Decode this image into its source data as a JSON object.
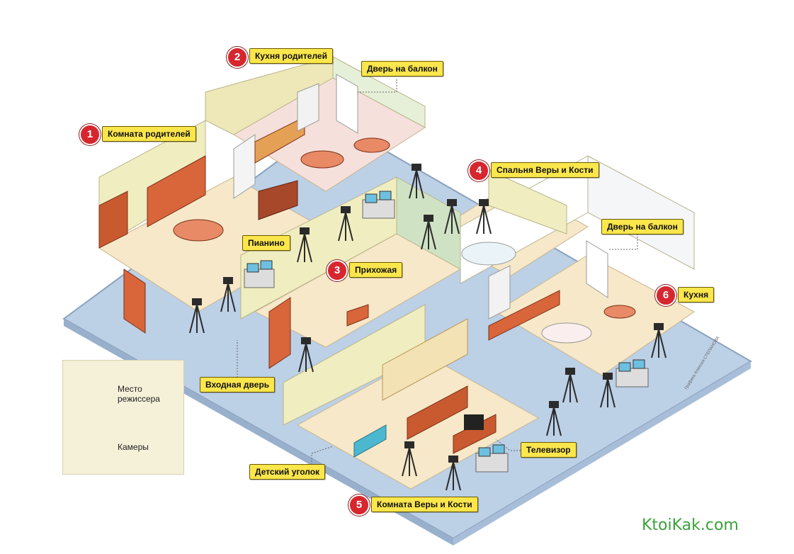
{
  "rooms": [
    {
      "number": "1",
      "label": "Комната родителей"
    },
    {
      "number": "2",
      "label": "Кухня родителей"
    },
    {
      "number": "3",
      "label": "Прихожая"
    },
    {
      "number": "4",
      "label": "Спальня Веры и Кости"
    },
    {
      "number": "5",
      "label": "Комната Веры и Кости"
    },
    {
      "number": "6",
      "label": "Кухня"
    }
  ],
  "callouts": {
    "balcony_door_top": "Дверь на балкон",
    "balcony_door_right": "Дверь на балкон",
    "piano": "Пианино",
    "entrance_door": "Входная дверь",
    "kids_corner": "Детский уголок",
    "tv": "Телевизор"
  },
  "legend": {
    "director_place": "Место режиссера",
    "cameras": "Камеры"
  },
  "credit": "Графика Алексея СТЕПАНОВА",
  "watermark": "KtoiKak.com",
  "colors": {
    "label_bg": "#fbe64c",
    "marker_red": "#d7262e",
    "floor_beige": "#f6e8c8",
    "wall_yellow": "#f0eec0",
    "furniture_orange": "#d8663a",
    "base_blue": "#bcd0e6",
    "watermark_green": "#3aa23a"
  }
}
